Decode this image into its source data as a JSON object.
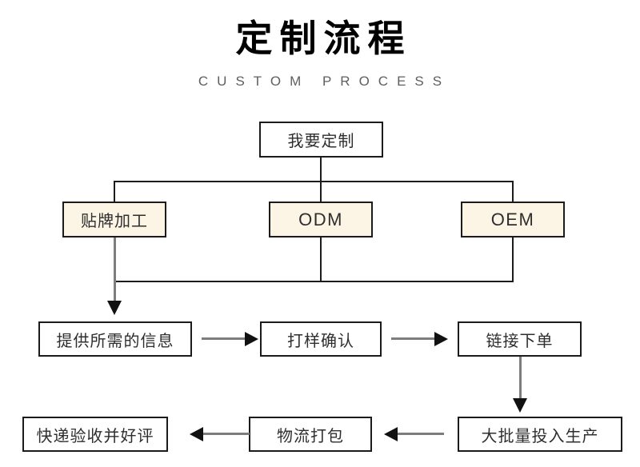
{
  "header": {
    "title": "定制流程",
    "subtitle": "CUSTOM PROCESS"
  },
  "colors": {
    "background": "#ffffff",
    "box_border": "#1b1b1b",
    "box_fill_default": "#ffffff",
    "box_fill_highlight": "#fcf4e4",
    "connector_black": "#1b1b1b",
    "connector_grey": "#7d7d7d",
    "arrowhead": "#111111",
    "title_text": "#000000",
    "subtitle_text": "#5f5f5f",
    "box_text": "#2e2e2e"
  },
  "flow": {
    "start": {
      "label": "我要定制"
    },
    "options": [
      {
        "label": "贴牌加工",
        "highlight": true
      },
      {
        "label": "ODM",
        "highlight": true
      },
      {
        "label": "OEM",
        "highlight": true
      }
    ],
    "steps_row1": [
      {
        "label": "提供所需的信息"
      },
      {
        "label": "打样确认"
      },
      {
        "label": "链接下单"
      }
    ],
    "steps_row2": [
      {
        "label": "大批量投入生产"
      },
      {
        "label": "物流打包"
      },
      {
        "label": "快递验收并好评"
      }
    ]
  }
}
